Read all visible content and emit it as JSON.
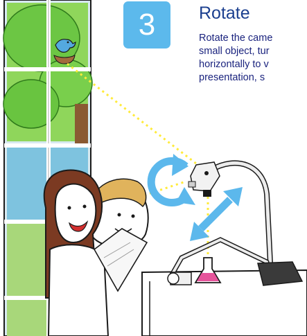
{
  "step": {
    "number": "3",
    "title": "Rotate",
    "text_lines": [
      "Rotate the came",
      "small object, tur",
      "horizontally to v",
      "presentation,  s"
    ]
  },
  "colors": {
    "badge": "#5cb9ec",
    "title": "#1b3f8f",
    "body_text": "#1a237e",
    "arrow": "#5cb8ec",
    "dotted_line": "#ffeb3b",
    "flask_liquid": "#e6549b",
    "window_frame": "#ffffff",
    "tree_green": "#6cc644",
    "hair": "#7b3a22"
  },
  "icons": {
    "rotate_arrow": "rotate-arrow-icon",
    "diagonal_arrow": "double-arrow-icon"
  }
}
